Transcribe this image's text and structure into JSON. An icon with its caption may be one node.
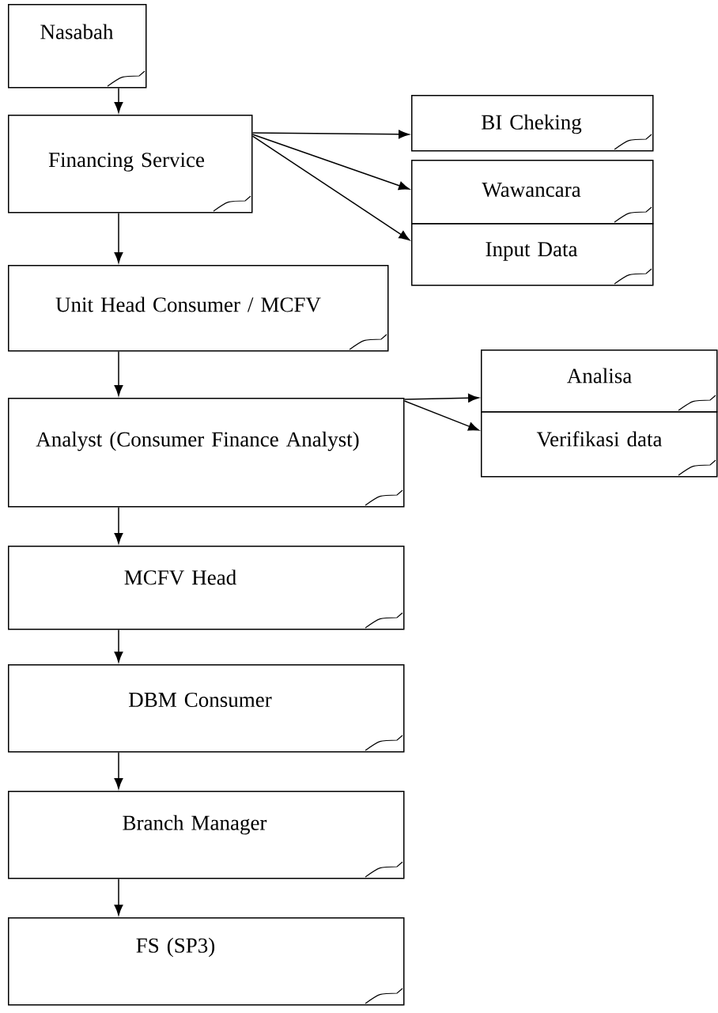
{
  "diagram": {
    "nodes": [
      {
        "text": [
          "Nasabah"
        ]
      },
      {
        "text": [
          "Financing Service"
        ]
      },
      {
        "text": [
          "BI Cheking"
        ]
      },
      {
        "text": [
          "Wawancara"
        ]
      },
      {
        "text": [
          "Input Data"
        ]
      },
      {
        "text": [
          "Unit Head Consumer / MCFV"
        ]
      },
      {
        "text": [
          "Analyst (Consumer Finance Analyst)"
        ]
      },
      {
        "text": [
          "Analisa"
        ]
      },
      {
        "text": [
          "Verifikasi data"
        ]
      },
      {
        "text": [
          "MCFV Head"
        ]
      },
      {
        "text": [
          "DBM Consumer"
        ]
      },
      {
        "text": [
          "Branch Manager"
        ]
      },
      {
        "text": [
          "FS (SP3)"
        ]
      }
    ],
    "edges": [
      {
        "from": 0,
        "to": 1,
        "arrow": "to"
      },
      {
        "from": 1,
        "to": 2,
        "arrow": "to"
      },
      {
        "from": 1,
        "to": 3,
        "arrow": "to"
      },
      {
        "from": 1,
        "to": 4,
        "arrow": "to"
      },
      {
        "from": 1,
        "to": 5,
        "arrow": "to"
      },
      {
        "from": 5,
        "to": 6,
        "arrow": "to"
      },
      {
        "from": 6,
        "to": 7,
        "arrow": "to"
      },
      {
        "from": 6,
        "to": 8,
        "arrow": "to"
      },
      {
        "from": 6,
        "to": 9,
        "arrow": "to"
      },
      {
        "from": 9,
        "to": 10,
        "arrow": "to"
      },
      {
        "from": 10,
        "to": 11,
        "arrow": "to"
      },
      {
        "from": 11,
        "to": 12,
        "arrow": "to"
      }
    ]
  }
}
